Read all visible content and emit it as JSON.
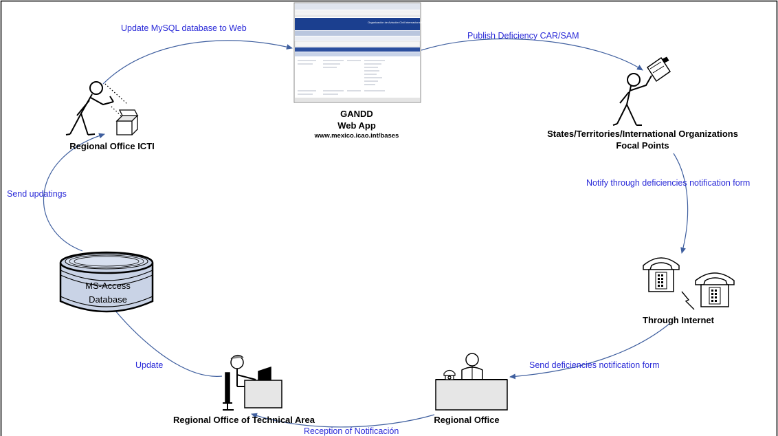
{
  "nodes": {
    "webapp": {
      "title": "GANDD",
      "subtitle": "Web App",
      "url": "www.mexico.icao.int/bases",
      "screenshot_header": "Organización de Aviación Civil Internacional"
    },
    "ict": {
      "label": "Regional Office ICTI"
    },
    "states": {
      "line1": "States/Territories/International Organizations",
      "line2": "Focal Points"
    },
    "internet": {
      "label": "Through Internet"
    },
    "regional_office": {
      "label": "Regional Office"
    },
    "technical_area": {
      "label": "Regional Office of Technical Area"
    },
    "database": {
      "line1": "MS-Access",
      "line2": "Database"
    }
  },
  "edges": {
    "update_mysql": "Update MySQL database to Web",
    "publish": "Publish Deficiency CAR/SAM",
    "notify": "Notify through deficiencies notification form",
    "send_form": "Send deficiencies notification form",
    "reception": "Reception of  Notificación",
    "update": "Update",
    "send_updatings": "Send updatings"
  },
  "colors": {
    "arrow": "#3f5f9f",
    "edge_text": "#2a2ad8",
    "db_fill": "#c9d3e6"
  }
}
